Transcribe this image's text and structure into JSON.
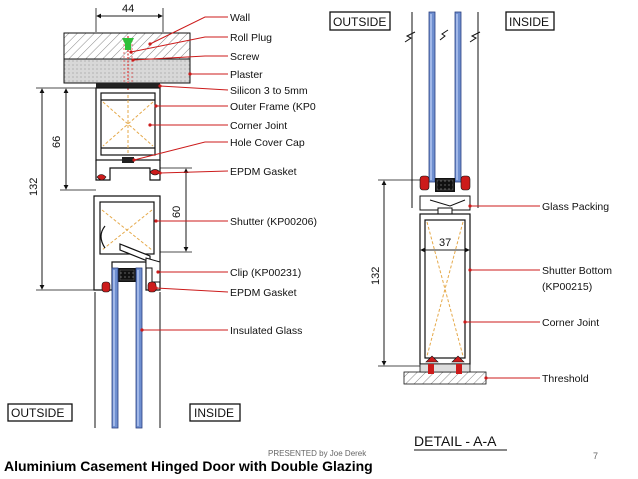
{
  "slide": {
    "title": "Aluminium Casement Hinged Door with Double Glazing",
    "presenter": "PRESENTED by Joe Derek",
    "page_number": "7"
  },
  "left_section": {
    "labels": {
      "wall": "Wall",
      "roll_plug": "Roll Plug",
      "screw": "Screw",
      "plaster": "Plaster",
      "silicon": "Silicon 3 to 5mm",
      "outer_frame": "Outer Frame (KP0",
      "corner_joint": "Corner Joint",
      "hole_cover_cap": "Hole Cover Cap",
      "epdm_gasket_1": "EPDM Gasket",
      "shutter": "Shutter (KP00206)",
      "clip": "Clip (KP00231)",
      "epdm_gasket_2": "EPDM Gasket",
      "insulated_glass": "Insulated Glass"
    },
    "dimensions": {
      "width_top": "44",
      "height_66": "66",
      "height_132": "132",
      "height_60": "60"
    },
    "outside_label": "OUTSIDE",
    "inside_label": "INSIDE"
  },
  "right_section": {
    "outside_label": "OUTSIDE",
    "inside_label": "INSIDE",
    "labels": {
      "glass_packing": "Glass Packing",
      "shutter_bottom_1": "Shutter Bottom",
      "shutter_bottom_2": "(KP00215)",
      "corner_joint": "Corner Joint",
      "threshold": "Threshold"
    },
    "dimensions": {
      "width_37": "37",
      "height_132": "132"
    },
    "detail_title": "DETAIL - A-A"
  },
  "colors": {
    "glass": "#6f8fd0",
    "gasket": "#cc1b1b",
    "leader": "#cc1b1b",
    "screw_head": "#2fbf3a",
    "wall_hatch": "#bfbfbf"
  }
}
